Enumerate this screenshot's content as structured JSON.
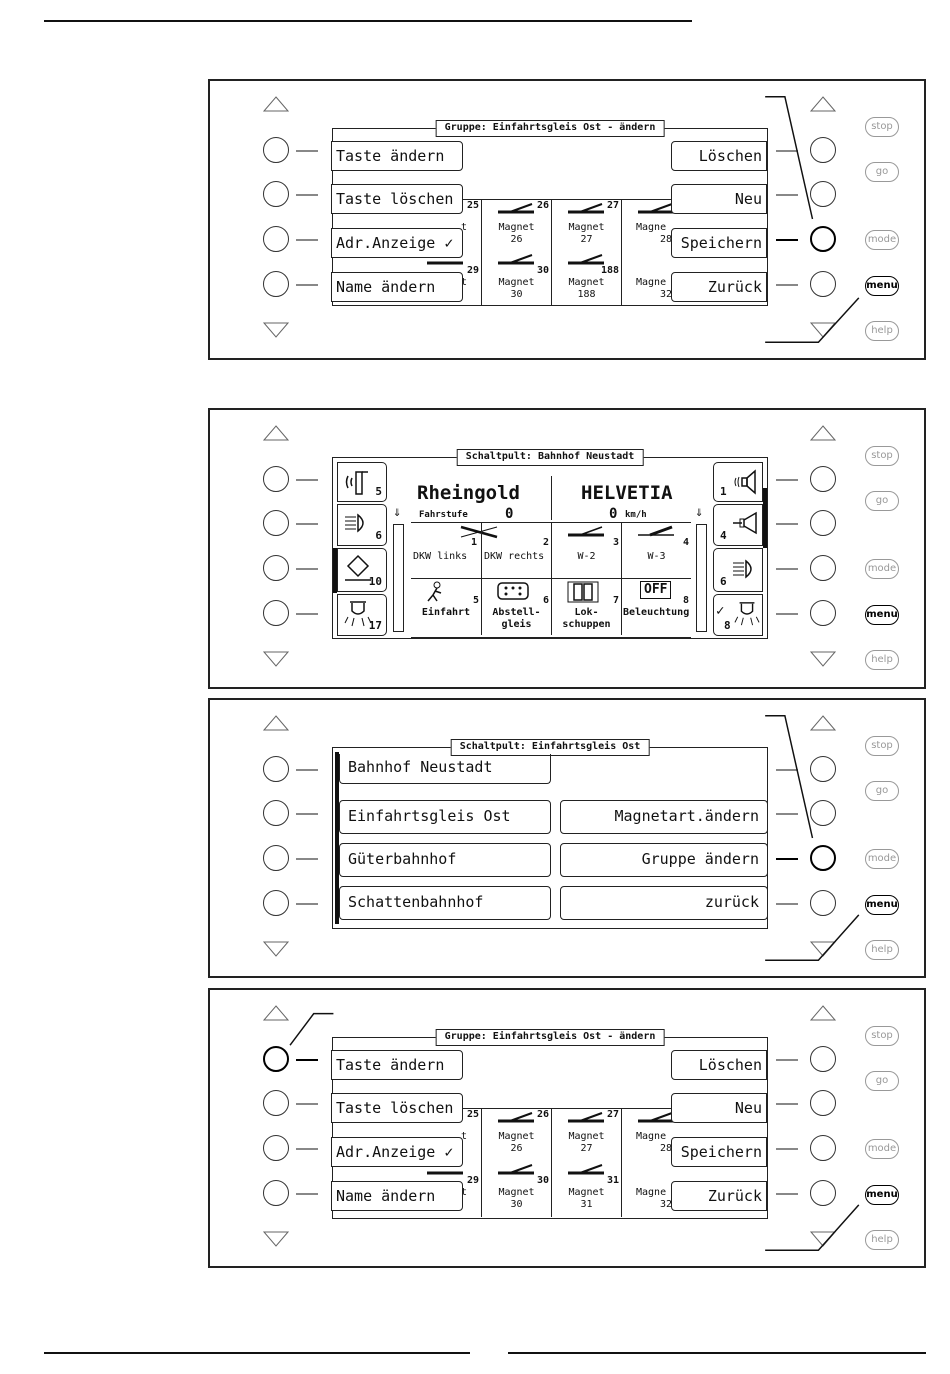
{
  "common": {
    "buttons": [
      "stop",
      "go",
      "mode",
      "menu",
      "help"
    ]
  },
  "panel1": {
    "title": "Gruppe: Einfahrtsgleis Ost - ändern",
    "left_keys": [
      "Taste ändern",
      "Taste löschen",
      "Adr.Anzeige ✓",
      "Name ändern"
    ],
    "right_keys": [
      "Löschen",
      "Neu",
      "Speichern",
      "Zurück"
    ],
    "grid_top": [
      {
        "num": "25",
        "label": "t",
        "addr": ""
      },
      {
        "num": "26",
        "label": "Magnet",
        "addr": "26"
      },
      {
        "num": "27",
        "label": "Magnet",
        "addr": "27"
      },
      {
        "num": "28",
        "label": "Magne",
        "addr": "28"
      }
    ],
    "grid_bottom": [
      {
        "num": "29",
        "label": "t",
        "addr": ""
      },
      {
        "num": "30",
        "label": "Magnet",
        "addr": "30"
      },
      {
        "num": "188",
        "label": "Magnet",
        "addr": "188"
      },
      {
        "num": "",
        "label": "Magne",
        "addr": "32"
      }
    ]
  },
  "panel2": {
    "title": "Schaltpult: Bahnhof Neustadt",
    "left_fn": [
      "5",
      "6",
      "10",
      "17"
    ],
    "right_fn": [
      "1",
      "4",
      "6",
      "8"
    ],
    "loco1": "Rheingold",
    "loco2": "HELVETIA",
    "speed_label": "Fahrstufe",
    "speed1": "0",
    "speed2": "0",
    "speed_unit": "km/h",
    "arrow": "⇓",
    "cells_top": [
      {
        "num": "1",
        "label": "DKW links"
      },
      {
        "num": "2",
        "label": "DKW rechts"
      },
      {
        "num": "3",
        "label": "W-2"
      },
      {
        "num": "4",
        "label": "W-3"
      }
    ],
    "cells_bottom": [
      {
        "num": "5",
        "label": "Einfahrt",
        "label2": ""
      },
      {
        "num": "6",
        "label": "Abstell-",
        "label2": "gleis"
      },
      {
        "num": "7",
        "label": "Lok-",
        "label2": "schuppen"
      },
      {
        "num": "8",
        "label": "Beleuchtung",
        "label2": ""
      }
    ],
    "off_text": "OFF"
  },
  "panel3": {
    "title": "Schaltpult: Einfahrtsgleis Ost",
    "left_items": [
      "Bahnhof Neustadt",
      "Einfahrtsgleis Ost",
      "Güterbahnhof",
      "Schattenbahnhof"
    ],
    "right_items": [
      "Magnetart.ändern",
      "Gruppe ändern",
      "zurück"
    ]
  },
  "panel4": {
    "title": "Gruppe: Einfahrtsgleis Ost - ändern",
    "left_keys": [
      "Taste ändern",
      "Taste löschen",
      "Adr.Anzeige ✓",
      "Name ändern"
    ],
    "right_keys": [
      "Löschen",
      "Neu",
      "Speichern",
      "Zurück"
    ],
    "grid_top": [
      {
        "num": "25",
        "label": "t",
        "addr": ""
      },
      {
        "num": "26",
        "label": "Magnet",
        "addr": "26"
      },
      {
        "num": "27",
        "label": "Magnet",
        "addr": "27"
      },
      {
        "num": "28",
        "label": "Magne",
        "addr": "28"
      }
    ],
    "grid_bottom": [
      {
        "num": "29",
        "label": "t",
        "addr": ""
      },
      {
        "num": "30",
        "label": "Magnet",
        "addr": "30"
      },
      {
        "num": "31",
        "label": "Magnet",
        "addr": "31"
      },
      {
        "num": "",
        "label": "Magne",
        "addr": "32"
      }
    ]
  }
}
